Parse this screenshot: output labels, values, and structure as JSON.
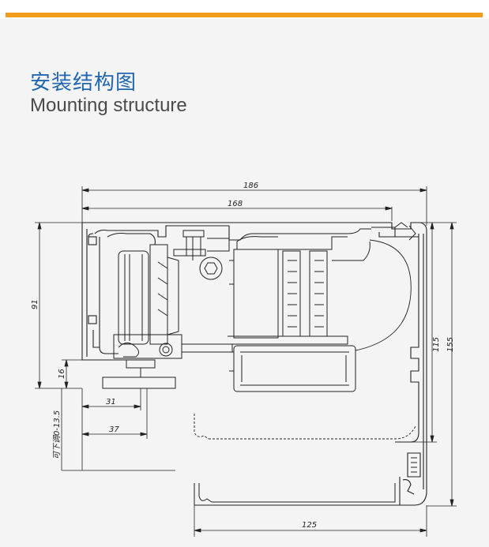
{
  "header": {
    "title_cn": "安装结构图",
    "title_en": "Mounting structure"
  },
  "colors": {
    "accent": "#f39c1b",
    "title_cn": "#2166b3",
    "title_en": "#4a4a4a",
    "background": "#f4f4f4",
    "line": "#222222"
  },
  "dimensions": {
    "d186": "186",
    "d168": "168",
    "d91": "91",
    "d16": "16",
    "d31": "31",
    "d37": "37",
    "adjust": "可下调0-13.5",
    "d115": "115",
    "d155": "155",
    "d125": "125"
  }
}
